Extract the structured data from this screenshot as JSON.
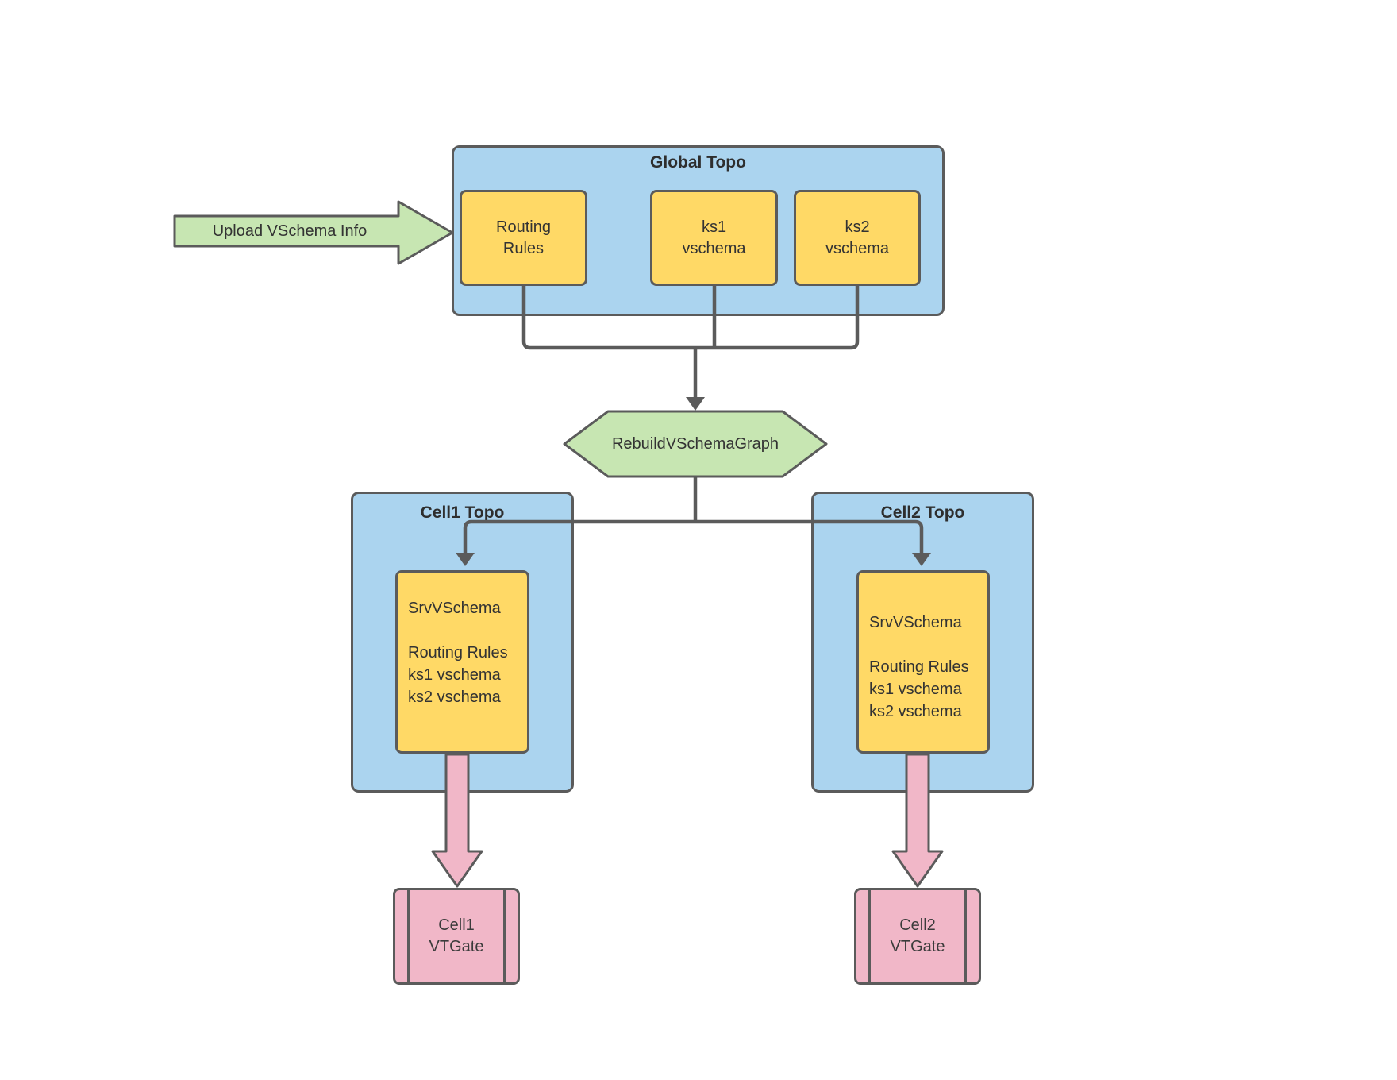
{
  "colors": {
    "blue-fill": "#ABD4EF",
    "yellow-fill": "#FFD966",
    "green-fill": "#C7E6B2",
    "pink-fill": "#F1B7C8",
    "stroke-gray": "#5B5B5B",
    "text-dark": "#333333",
    "background": "#FFFFFF"
  },
  "upload_arrow": {
    "label": "Upload VSchema Info"
  },
  "global_topo": {
    "title": "Global Topo",
    "nodes": {
      "routing_rules": {
        "lines": [
          "Routing",
          "Rules"
        ]
      },
      "ks1": {
        "lines": [
          "ks1",
          "vschema"
        ]
      },
      "ks2": {
        "lines": [
          "ks2",
          "vschema"
        ]
      }
    }
  },
  "rebuild_step": {
    "label": "RebuildVSchemaGraph"
  },
  "cell1": {
    "title": "Cell1 Topo",
    "srv_vschema": {
      "lines": [
        "SrvVSchema",
        "",
        "Routing Rules",
        "ks1 vschema",
        "ks2 vschema"
      ]
    },
    "vtgate": {
      "lines": [
        "Cell1",
        "VTGate"
      ]
    }
  },
  "cell2": {
    "title": "Cell2 Topo",
    "srv_vschema": {
      "lines": [
        "SrvVSchema",
        "",
        "Routing Rules",
        "ks1 vschema",
        "ks2 vschema"
      ]
    },
    "vtgate": {
      "lines": [
        "Cell2",
        "VTGate"
      ]
    }
  }
}
